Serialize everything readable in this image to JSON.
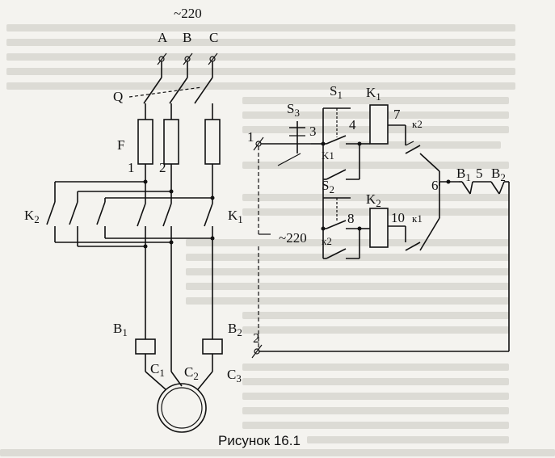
{
  "figure": {
    "caption": "Рисунок 16.1",
    "supply_voltage": "~220",
    "control_voltage": "~220",
    "phases": [
      "A",
      "B",
      "C"
    ],
    "main_switch": "Q",
    "fuses": "F",
    "contactors": {
      "left": "K2",
      "right": "K1",
      "left_sub": "2",
      "right_sub": "1"
    },
    "thermal_relays": [
      "B1",
      "B2"
    ],
    "motor_terminals": [
      "C1",
      "C2",
      "C3"
    ],
    "node_numbers": [
      "1",
      "2",
      "3",
      "4",
      "5",
      "6",
      "7",
      "8",
      "10"
    ],
    "control": {
      "S1": "S1",
      "S2": "S2",
      "S3": "S3",
      "coil_k1": "K1",
      "coil_k2": "K2",
      "contact_k1": "K1",
      "contact_k2": "K2",
      "relay_b1": "B1",
      "relay_b2": "B2"
    }
  }
}
